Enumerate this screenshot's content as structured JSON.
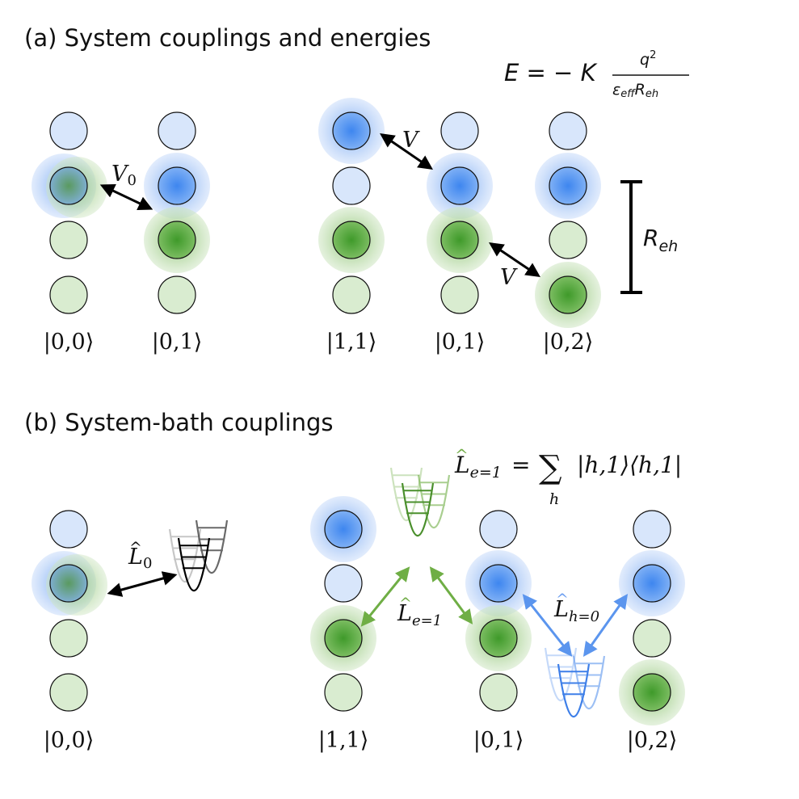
{
  "panel_a": {
    "title": "(a) System couplings and energies",
    "energy_formula": {
      "lhs": "E = − K",
      "numerator": "q",
      "numerator_sup": "2",
      "denom_eps": "ε",
      "denom_eps_sub": "eff",
      "denom_R": "R",
      "denom_R_sub": "eh"
    },
    "coupling_v0": {
      "symbol": "V",
      "subscript": "0"
    },
    "coupling_v": "V",
    "distance": {
      "symbol": "R",
      "subscript": "eh"
    },
    "kets": [
      "|0,0⟩",
      "|0,1⟩",
      "|1,1⟩",
      "|0,1⟩",
      "|0,2⟩"
    ]
  },
  "panel_b": {
    "title": "(b) System-bath couplings",
    "formula": {
      "lhs": "L",
      "lhs_sub": "e=1",
      "eq": "=",
      "sum_symbol": "∑",
      "sum_index": "h",
      "rhs": "|h,1⟩⟨h,1|"
    },
    "label_l0": {
      "symbol": "L",
      "subscript": "0"
    },
    "label_le1": {
      "symbol": "L",
      "subscript": "e=1"
    },
    "label_lh0": {
      "symbol": "L",
      "subscript": "h=0"
    },
    "kets": [
      "|0,0⟩",
      "|1,1⟩",
      "|0,1⟩",
      "|0,2⟩"
    ]
  },
  "colors": {
    "hole_blue": "#4a8ff0",
    "electron_green": "#4aa030",
    "site_blue_fill": "#d8e6fb",
    "site_green_fill": "#d9ecd0",
    "green_text": "#73ad4a",
    "blue_text": "#6e9ff0",
    "arrow_black": "#000000"
  }
}
